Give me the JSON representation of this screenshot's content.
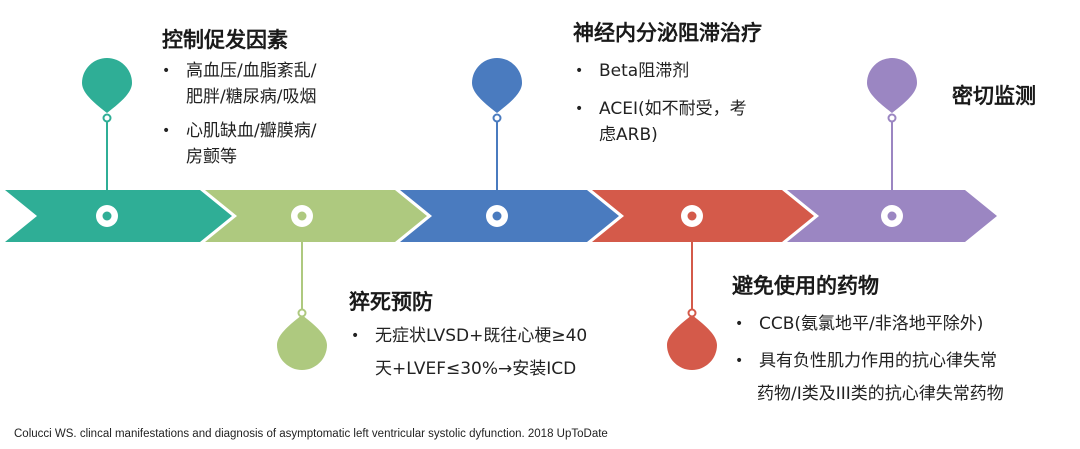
{
  "stages": [
    {
      "id": "s1",
      "color": "#2fae96",
      "title": "控制促发因素",
      "items": [
        [
          "高血压/血脂紊乱/",
          "肥胖/糖尿病/吸烟"
        ],
        [
          "心肌缺血/瓣膜病/",
          "房颤等"
        ]
      ]
    },
    {
      "id": "s2",
      "color": "#aec97f",
      "title": "猝死预防",
      "items": [
        [
          "无症状LVSD+既往心梗≥40",
          "天+LVEF≤30%→安装ICD"
        ]
      ]
    },
    {
      "id": "s3",
      "color": "#4a7bbf",
      "title": "神经内分泌阻滞治疗",
      "items": [
        [
          "Beta阻滞剂"
        ],
        [
          "ACEI(如不耐受，考",
          "虑ARB)"
        ]
      ]
    },
    {
      "id": "s4",
      "color": "#d45a4a",
      "title": "避免使用的药物",
      "items": [
        [
          "CCB(氨氯地平/非洛地平除外)"
        ],
        [
          "具有负性肌力作用的抗心律失常",
          "药物/I类及III类的抗心律失常药物"
        ]
      ]
    },
    {
      "id": "s5",
      "color": "#9b86c2",
      "title": "密切监测",
      "items": []
    }
  ],
  "citation": "Colucci WS. clincal manifestations and diagnosis of asymptomatic left ventricular systolic dyfunction. 2018 UpToDate"
}
